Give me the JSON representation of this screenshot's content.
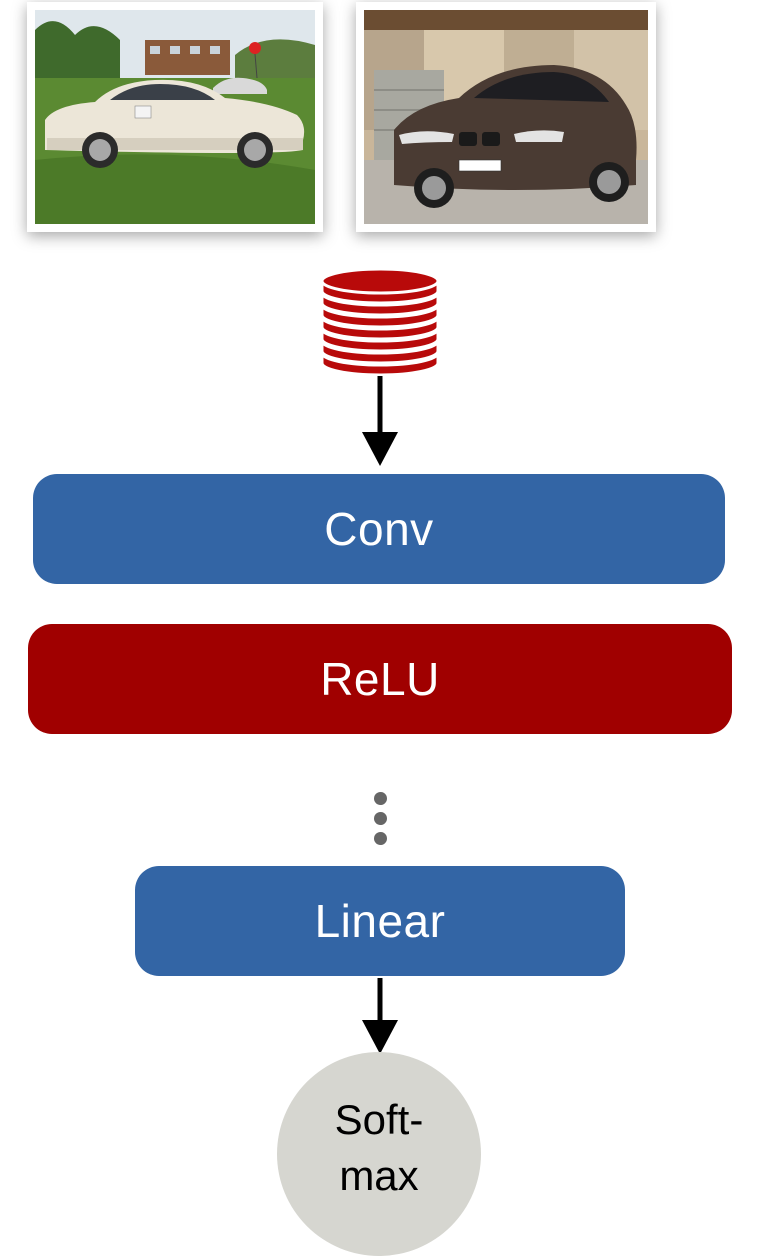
{
  "inputs": {
    "photos": [
      {
        "label": "",
        "icon": "silver-sedan-photo"
      },
      {
        "label": "",
        "icon": "brown-bmw-sedan-photo"
      }
    ],
    "dataset_icon": "database-stack-icon"
  },
  "layers": {
    "conv": "Conv",
    "relu": "ReLU",
    "ellipsis": "⋮",
    "linear": "Linear",
    "softmax_line1": "Soft-",
    "softmax_line2": "max"
  },
  "colors": {
    "conv": "#3365a5",
    "relu": "#a00000",
    "linear": "#3365a5",
    "softmax": "#d6d6d0",
    "database": "#b80a0a",
    "arrow": "#000000"
  }
}
